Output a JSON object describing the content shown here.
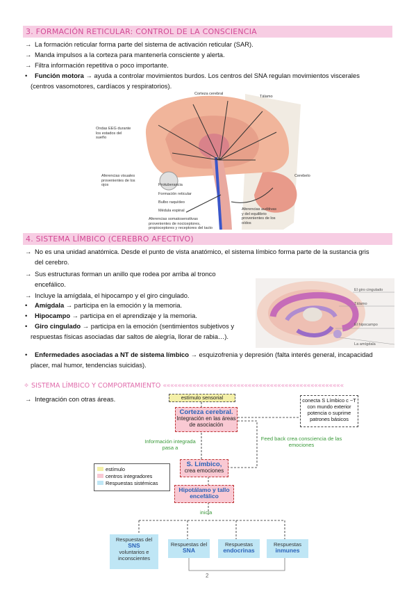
{
  "section3": {
    "title": "3. FORMACIÓN RETICULAR: CONTROL DE LA CONSCIENCIA",
    "lines": [
      {
        "marker": "→",
        "text": "La formación reticular forma parte del sistema de activación reticular (SAR)."
      },
      {
        "marker": "→",
        "text": "Manda impulsos a la corteza para mantenerla consciente y alerta."
      },
      {
        "marker": "→",
        "text": "Filtra información repetitiva o poco importante."
      }
    ],
    "motor_bold": "Función motora",
    "motor_rest1": " → ayuda a controlar movimientos burdos. Los centros del SNA regulan movimientos viscerales",
    "motor_rest2": "(centros vasomotores, cardíacos y respiratorios).",
    "figure": {
      "labels": {
        "corteza": "Corteza cerebral",
        "talamo": "Tálamo",
        "ondas": "Ondas EEG durante los estados del sueño",
        "aferencias_visuales": "Aferencias visuales provenientes de los ojos",
        "protuberancia": "Protuberancia",
        "formacion": "Formación reticular",
        "bulbo": "Bulbo raquídeo",
        "medula": "Médula espinal",
        "aferencias_soma": "Aferencias somatosensitivas provenientes de nociceptores, propioceptores y receptores del tacto",
        "cerebelo": "Cerebelo",
        "aferencias_aud": "Aferencias auditivas y del equilibrio provenientes de los oídos"
      }
    }
  },
  "section4": {
    "title": "4. SISTEMA LÍMBICO (CEREBRO AFECTIVO)",
    "l1": "No es una unidad anatómica. Desde el punto de vista anatómico, el sistema límbico forma parte de la sustancia gris",
    "l1b": "del cerebro.",
    "l2": "Sus estructuras forman un anillo que rodea por arriba al tronco",
    "l2b": "encefálico.",
    "l3": "Incluye la amígdala, el hipocampo y el giro cingulado.",
    "amigdala_b": "Amígdala",
    "amigdala_r": " → participa en la emoción y la memoria.",
    "hipocampo_b": "Hipocampo",
    "hipocampo_r": " → participa en el aprendizaje y la memoria.",
    "giro_b": "Giro cingulado",
    "giro_r": " → participa en la emoción (sentimientos subjetivos y",
    "giro_r2": "respuestas físicas asociadas dar saltos de alegría, llorar de rabia…).",
    "enf_b": "Enfermedades asociadas a NT de sistema límbico",
    "enf_r": " → esquizofrenia y depresión (falta interés general, incapacidad",
    "enf_r2": "placer, mal humor, tendencias suicidas).",
    "figure_labels": {
      "giro": "El giro cingulado",
      "talamo": "Tálamo",
      "hipocampo": "El hipocampo",
      "amigdala": "La amígdala"
    }
  },
  "subsection": {
    "title": "SISTEMA LÍMBICO Y COMPORTAMIENTO",
    "integ": "Integración con otras áreas."
  },
  "diagram": {
    "estimulo": "estímulo sensorial",
    "corteza_title": "Corteza cerebral.",
    "corteza_sub": "Integración en las áreas de asociación",
    "conecta": "conecta S Límbico c ~T con mundo exterior potencia o suprime patrones básicos",
    "info": "Información integrada pasa a",
    "feedback": "Feed back crea consciencia de las emociones",
    "limbico_title": "S. Límbico,",
    "limbico_sub": "crea emociones",
    "hipo_title": "Hipotálamo y tallo encefálico",
    "inicia": "inicia",
    "legend": [
      "estímulo",
      "centros integradores",
      "Respuestas sistémicas"
    ],
    "legend_colors": [
      "#f4f0a8",
      "#f9c9d3",
      "#bfe6f5"
    ],
    "resp1a": "Respuestas del ",
    "resp1b": "SNS",
    "resp1c": "voluntarios e inconscientes",
    "resp2a": "Respuestas del ",
    "resp2b": "SNA",
    "resp3a": "Respuestas",
    "resp3b": "endocrinas",
    "resp4a": "Respuestas",
    "resp4b": "inmunes"
  },
  "page_number": "2"
}
